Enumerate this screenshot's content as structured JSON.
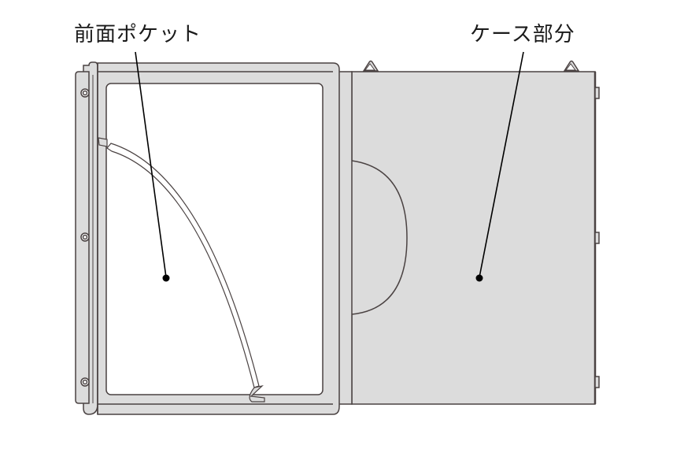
{
  "diagram": {
    "type": "product-part-diagram",
    "labels": [
      {
        "id": "front-pocket",
        "text": "前面ポケット",
        "points_to": "inner-white-pocket-area"
      },
      {
        "id": "case-part",
        "text": "ケース部分",
        "points_to": "gray-case-body"
      }
    ],
    "colors": {
      "background": "#ffffff",
      "frame_fill": "#dcdcdc",
      "case_fill": "#dcdcdc",
      "outline": "#4a4242",
      "leader_line": "#000000",
      "text": "#1a1a1a"
    },
    "parts": [
      "front-pocket-frame",
      "pocket-opening",
      "curved-divider",
      "hinge-strip",
      "case-body",
      "thumb-cutout",
      "top-hooks",
      "side-clips",
      "screw-holes"
    ]
  }
}
